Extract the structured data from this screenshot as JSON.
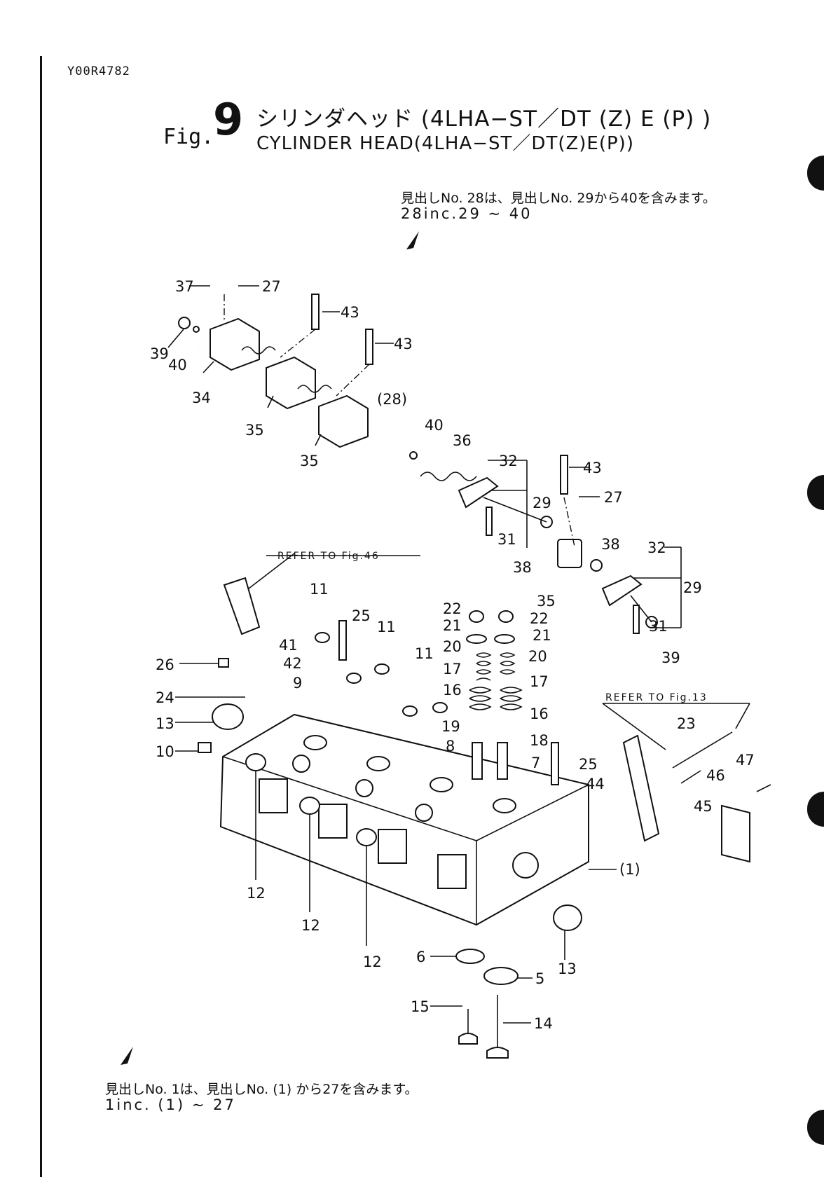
{
  "document": {
    "id": "Y00R4782",
    "fig_word": "Fig.",
    "fig_number": "9",
    "title_jp": "シリンダヘッド (4LHA−ST／DT (Z) E (P) )",
    "title_en": "CYLINDER HEAD(4LHA−ST／DT(Z)E(P))"
  },
  "notes": {
    "top_jp": "見出しNo. 28は、見出しNo. 29から40を含みます。",
    "top_en": "28inc.29 ~ 40",
    "bottom_jp": "見出しNo. 1は、見出しNo. (1) から27を含みます。",
    "bottom_en": "1inc. (1) ~ 27"
  },
  "references": {
    "injector": "REFER TO Fig.46",
    "bracket": "REFER TO Fig.13"
  },
  "callouts": {
    "c37": "37",
    "c27a": "27",
    "c43a": "43",
    "c43b": "43",
    "c39a": "39",
    "c40a": "40",
    "c34": "34",
    "c35a": "35",
    "c35b": "35",
    "c28": "(28)",
    "c40b": "40",
    "c36": "36",
    "c32a": "32",
    "c43c": "43",
    "c27b": "27",
    "c29a": "29",
    "c31a": "31",
    "c38a": "38",
    "c38b": "38",
    "c35c": "35",
    "c32b": "32",
    "c29b": "29",
    "c31b": "31",
    "c39b": "39",
    "c11a": "11",
    "c25a": "25",
    "c11b": "11",
    "c11c": "11",
    "c22a": "22",
    "c21a": "21",
    "c20a": "20",
    "c17a": "17",
    "c16a": "16",
    "c19": "19",
    "c8": "8",
    "c22b": "22",
    "c21b": "21",
    "c20b": "20",
    "c17b": "17",
    "c16b": "16",
    "c18": "18",
    "c7": "7",
    "c25b": "25",
    "c26": "26",
    "c41": "41",
    "c42": "42",
    "c9": "9",
    "c24": "24",
    "c13a": "13",
    "c10": "10",
    "c23": "23",
    "c47": "47",
    "c46": "46",
    "c45": "45",
    "c44": "44",
    "c1": "(1)",
    "c12a": "12",
    "c12b": "12",
    "c12c": "12",
    "c6": "6",
    "c5": "5",
    "c13b": "13",
    "c15": "15",
    "c14": "14"
  }
}
